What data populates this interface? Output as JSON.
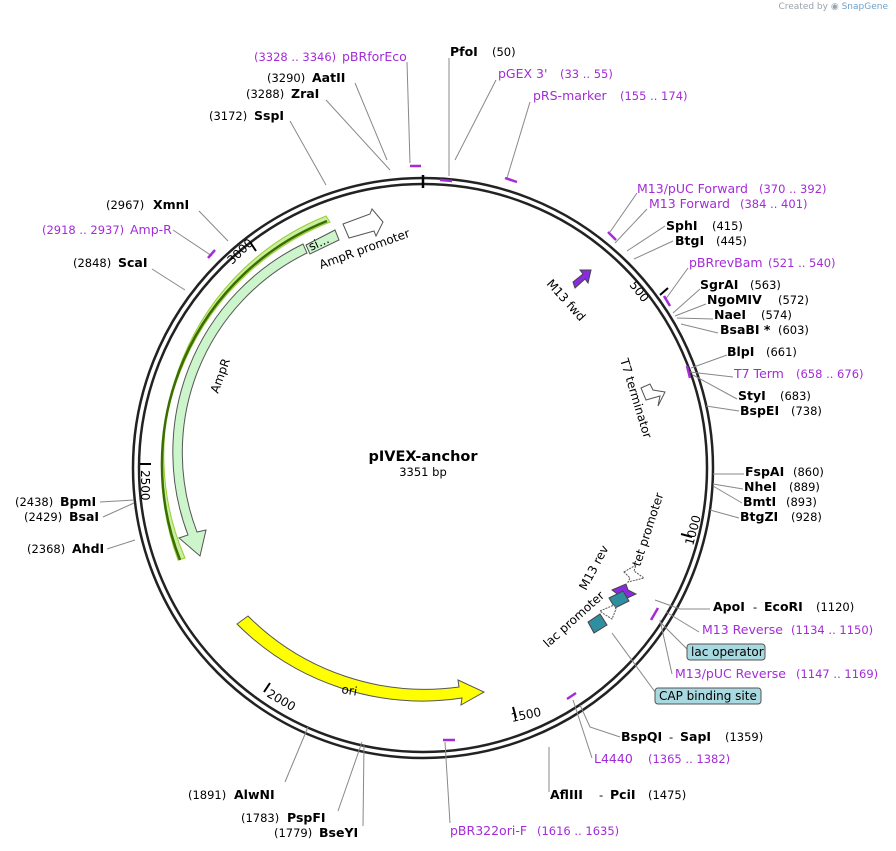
{
  "watermark": {
    "prefix": "Created by",
    "brand": "SnapGene"
  },
  "plasmid": {
    "name": "pIVEX-anchor",
    "size_label": "3351 bp"
  },
  "ticks": [
    "500",
    "1000",
    "1500",
    "2000",
    "2500",
    "3000"
  ],
  "enzymes": [
    {
      "name": "PfoI",
      "pos": "(50)"
    },
    {
      "name": "SphI",
      "pos": "(415)"
    },
    {
      "name": "BtgI",
      "pos": "(445)"
    },
    {
      "name": "SgrAI",
      "pos": "(563)"
    },
    {
      "name": "NgoMIV",
      "pos": "(572)"
    },
    {
      "name": "NaeI",
      "pos": "(574)"
    },
    {
      "name": "BsaBI *",
      "pos": "(603)"
    },
    {
      "name": "BlpI",
      "pos": "(661)"
    },
    {
      "name": "StyI",
      "pos": "(683)"
    },
    {
      "name": "BspEI",
      "pos": "(738)"
    },
    {
      "name": "FspAI",
      "pos": "(860)"
    },
    {
      "name": "NheI",
      "pos": "(889)"
    },
    {
      "name": "BmtI",
      "pos": "(893)"
    },
    {
      "name": "BtgZI",
      "pos": "(928)"
    },
    {
      "name": "ApoI",
      "sep": "-",
      "name2": "EcoRI",
      "pos": "(1120)"
    },
    {
      "name": "BspQI",
      "sep": "-",
      "name2": "SapI",
      "pos": "(1359)"
    },
    {
      "name": "AflIII",
      "sep": "-",
      "name2": "PciI",
      "pos": "(1475)"
    },
    {
      "name": "BseYI",
      "pos": "(1779)"
    },
    {
      "name": "PspFI",
      "pos": "(1783)"
    },
    {
      "name": "AlwNI",
      "pos": "(1891)"
    },
    {
      "name": "AhdI",
      "pos": "(2368)"
    },
    {
      "name": "BsaI",
      "pos": "(2429)"
    },
    {
      "name": "BpmI",
      "pos": "(2438)"
    },
    {
      "name": "ScaI",
      "pos": "(2848)"
    },
    {
      "name": "XmnI",
      "pos": "(2967)"
    },
    {
      "name": "SspI",
      "pos": "(3172)"
    },
    {
      "name": "ZraI",
      "pos": "(3288)"
    },
    {
      "name": "AatII",
      "pos": "(3290)"
    }
  ],
  "primers": [
    {
      "name": "pBRforEco",
      "pos": "(3328 .. 3346)"
    },
    {
      "name": "pGEX 3'",
      "pos": "(33 .. 55)"
    },
    {
      "name": "pRS-marker",
      "pos": "(155 .. 174)"
    },
    {
      "name": "M13/pUC Forward",
      "pos": "(370 .. 392)"
    },
    {
      "name": "M13 Forward",
      "pos": "(384 .. 401)"
    },
    {
      "name": "pBRrevBam",
      "pos": "(521 .. 540)"
    },
    {
      "name": "T7 Term",
      "pos": "(658 .. 676)"
    },
    {
      "name": "M13 Reverse",
      "pos": "(1134 .. 1150)"
    },
    {
      "name": "M13/pUC Reverse",
      "pos": "(1147 .. 1169)"
    },
    {
      "name": "L4440",
      "pos": "(1365 .. 1382)"
    },
    {
      "name": "pBR322ori-F",
      "pos": "(1616 .. 1635)"
    },
    {
      "name": "Amp-R",
      "pos": "(2918 .. 2937)"
    }
  ],
  "features": {
    "ampr": "AmpR",
    "ampr_promoter": "AmpR promoter",
    "signal_peptide": "si...",
    "ori": "ori",
    "m13_fwd": "M13 fwd",
    "t7_terminator": "T7 terminator",
    "tet_promoter": "tet promoter",
    "m13_rev": "M13 rev",
    "lac_promoter": "lac promoter",
    "lac_operator": "lac operator",
    "cap_site": "CAP binding site"
  },
  "colors": {
    "backbone": "#222222",
    "enzyme_text": "#000000",
    "primer": "#a32cd8",
    "ampr_fill": "#ccf5cc",
    "ori_fill": "#ffff00",
    "m13_fill": "#8a2be2",
    "lac_fill": "#2f8fa0",
    "box_fill": "#a8d8e0"
  }
}
